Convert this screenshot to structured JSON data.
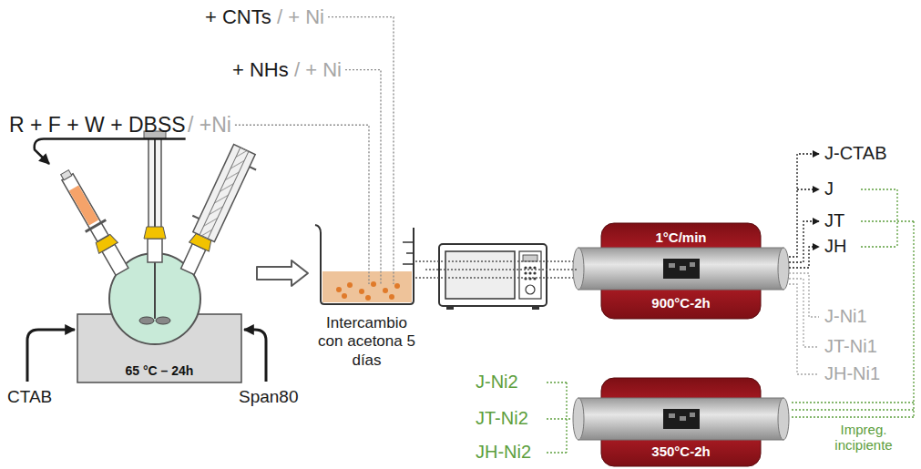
{
  "diagram": {
    "nodes": [
      {
        "text": [
          "65 °C – 24h"
        ]
      },
      {
        "text": [
          "Intercambio con acetona 5 días"
        ]
      },
      {
        "text": [
          "1°C/min",
          "900°C-2h"
        ]
      },
      {
        "text": [
          "350°C-2h"
        ]
      }
    ],
    "edges": [
      {
        "from": 0,
        "to": 1,
        "arrow": "to"
      },
      {
        "from": 1,
        "to": 2,
        "arrow": "none"
      }
    ],
    "labels": [
      "+ CNTs",
      "/ + Ni",
      "+ NHs",
      "/ + Ni",
      "R + F + W + DBSS",
      "/ +Ni",
      "CTAB",
      "Span80",
      "J-CTAB",
      "J",
      "JT",
      "JH",
      "J-Ni1",
      "JT-Ni1",
      "JH-Ni1",
      "J-Ni2",
      "JT-Ni2",
      "JH-Ni2",
      "Impreg. incipiente"
    ]
  }
}
